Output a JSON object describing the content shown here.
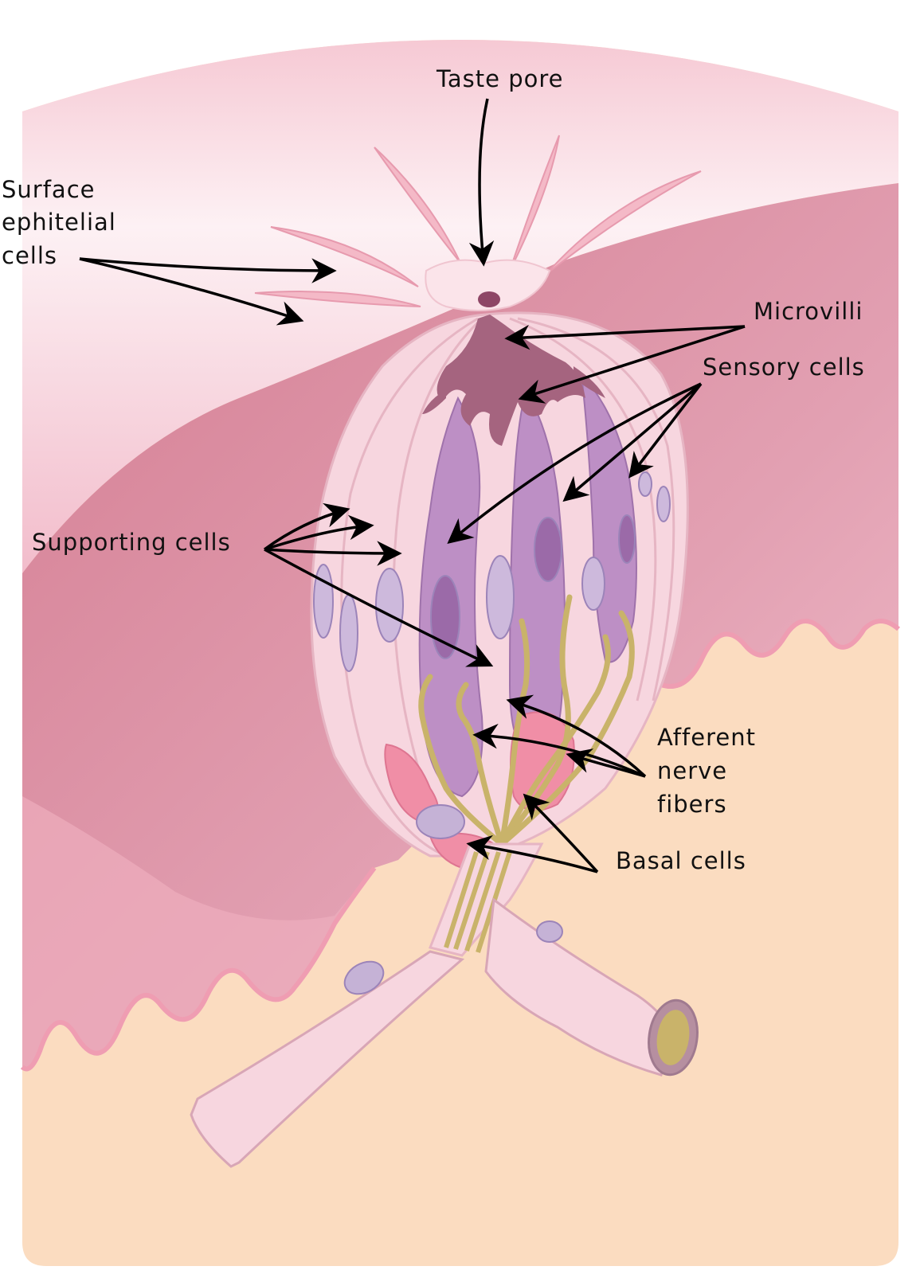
{
  "labels": {
    "taste_pore": "Taste pore",
    "surface_epithelial": [
      "Surface",
      "ephitelial",
      "cells"
    ],
    "microvilli": "Microvilli",
    "sensory_cells": "Sensory cells",
    "supporting_cells": "Supporting cells",
    "afferent_nerve_fibers": [
      "Afferent",
      "nerve",
      "fibers"
    ],
    "basal_cells": "Basal cells"
  },
  "colors": {
    "surface_light": "#fce9ef",
    "epithelium": "#d88a9c",
    "epithelium_light": "#efb3c1",
    "connective_tissue": "#fbdcc0",
    "support_cell": "#f8d8e0",
    "sensory_cell": "#b98ac2",
    "sensory_dark": "#9b6aa8",
    "microvilli": "#a0607f",
    "nerve_fiber": "#c9b36a",
    "basal_cell": "#f08ea6",
    "nucleus": "#c5b2d6",
    "arrow": "#000000"
  }
}
